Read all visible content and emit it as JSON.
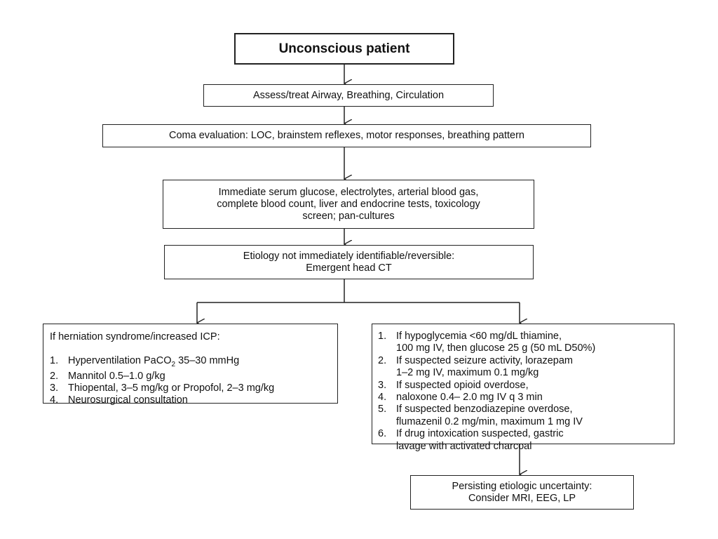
{
  "flowchart": {
    "start": "Unconscious patient",
    "abc": "Assess/treat Airway, Breathing, Circulation",
    "coma_eval": "Coma evaluation: LOC, brainstem reflexes, motor responses, breathing pattern",
    "labs": [
      "Immediate serum glucose, electrolytes, arterial blood gas,",
      "complete blood count, liver and endocrine tests, toxicology",
      "screen; pan-cultures"
    ],
    "etiology": [
      "Etiology not immediately identifiable/reversible:",
      "Emergent head CT"
    ],
    "herniation": {
      "heading": "If herniation syndrome/increased ICP:",
      "items": [
        {
          "num": "1.",
          "pre": "Hyperventilation PaCO",
          "sub": "2",
          "post": " 35–30 mmHg"
        },
        {
          "num": "2.",
          "text": "Mannitol 0.5–1.0 g/kg"
        },
        {
          "num": "3.",
          "text": "Thiopental, 3–5 mg/kg  or Propofol, 2–3 mg/kg"
        },
        {
          "num": "4.",
          "text": "Neurosurgical consultation"
        }
      ]
    },
    "treatments": {
      "items": [
        {
          "num": "1.",
          "lines": [
            "If hypoglycemia <60 mg/dL thiamine,",
            "100 mg IV, then glucose 25 g (50 mL D50%)"
          ]
        },
        {
          "num": "2.",
          "lines": [
            "If suspected seizure activity, lorazepam",
            "1–2 mg  IV, maximum 0.1 mg/kg"
          ]
        },
        {
          "num": "3.",
          "lines": [
            "If suspected opioid overdose,"
          ]
        },
        {
          "num": "4.",
          "lines": [
            "naloxone 0.4– 2.0 mg IV q 3 min"
          ]
        },
        {
          "num": "5.",
          "lines": [
            "If suspected benzodiazepine overdose,",
            "flumazenil 0.2 mg/min, maximum 1 mg IV"
          ]
        },
        {
          "num": "6.",
          "lines": [
            "If drug intoxication suspected, gastric",
            "lavage with activated charcoal"
          ]
        }
      ]
    },
    "uncertainty": [
      "Persisting etiologic uncertainty:",
      "Consider MRI, EEG, LP"
    ]
  }
}
